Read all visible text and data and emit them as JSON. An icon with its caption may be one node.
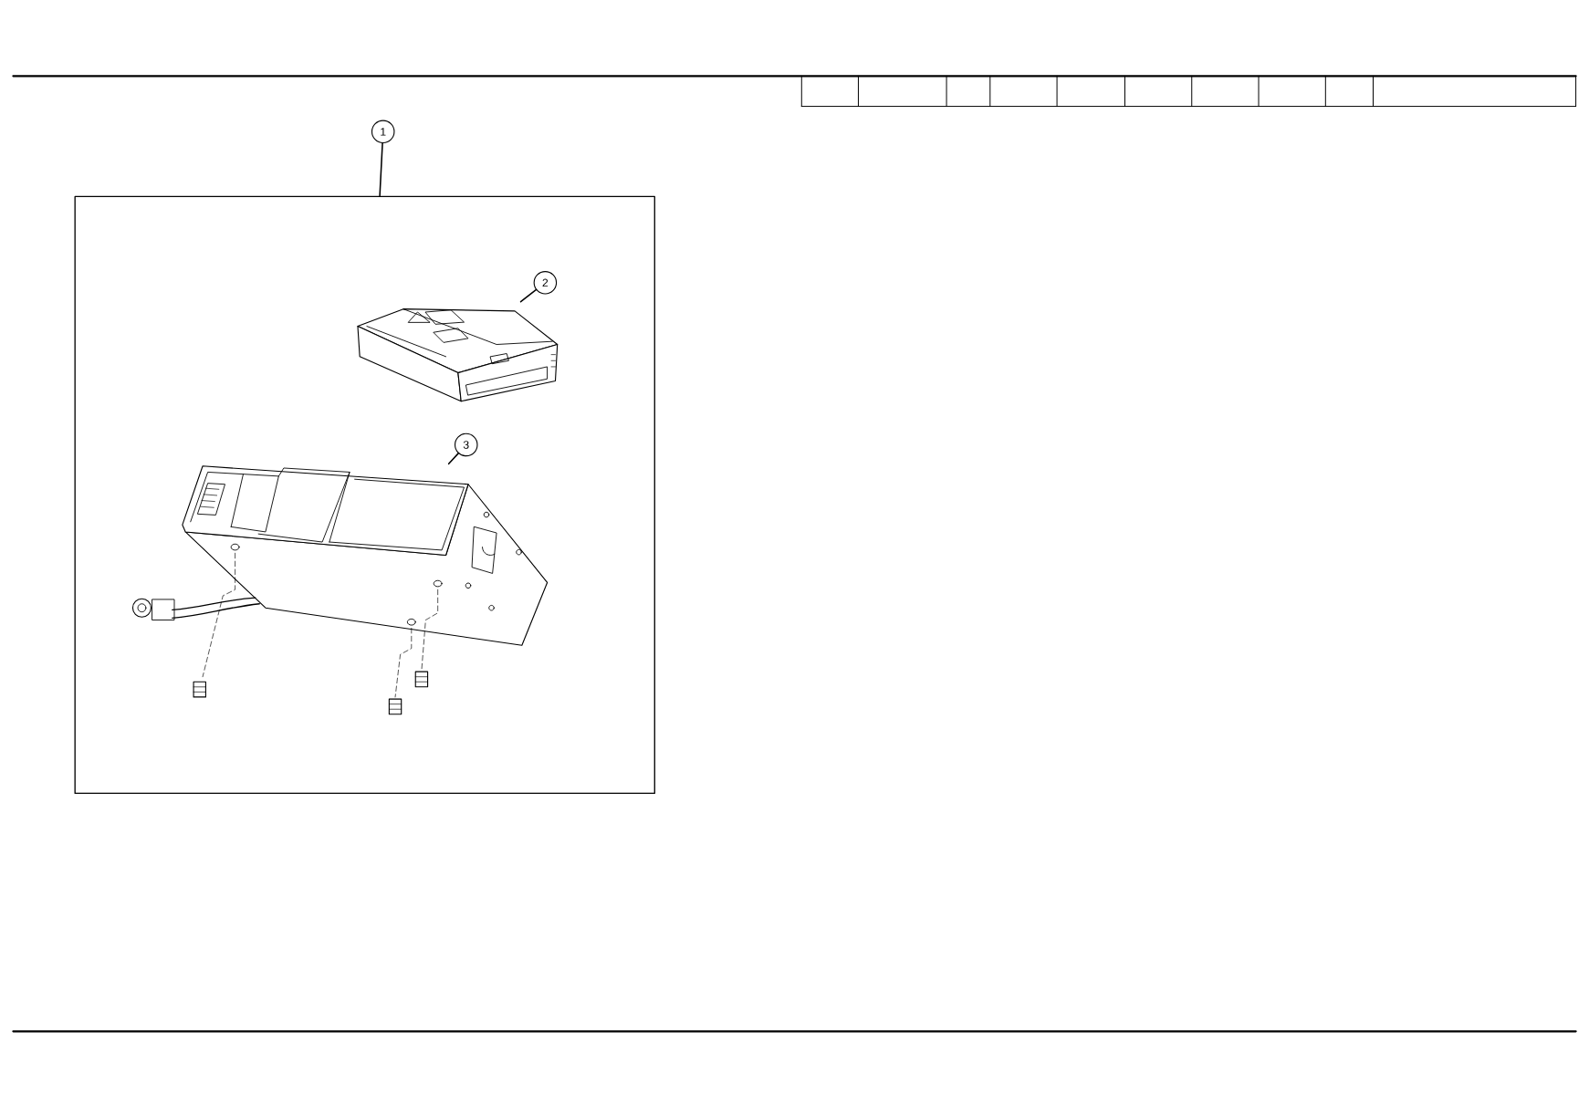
{
  "diagram": {
    "nodes": [
      {
        "text": [
          "1"
        ]
      },
      {
        "text": [],
        "shape": "box"
      },
      {
        "text": [
          "2"
        ],
        "in": 1
      },
      {
        "text": [],
        "shape": "picture",
        "in": 1
      },
      {
        "text": [
          "3"
        ],
        "in": 1
      },
      {
        "text": [],
        "shape": "picture",
        "in": 1
      }
    ],
    "edges": [
      {
        "from": 0,
        "to": 1,
        "arrow": "none"
      },
      {
        "from": 2,
        "to": 3,
        "arrow": "none"
      },
      {
        "from": 4,
        "to": 5,
        "arrow": "none"
      }
    ]
  }
}
